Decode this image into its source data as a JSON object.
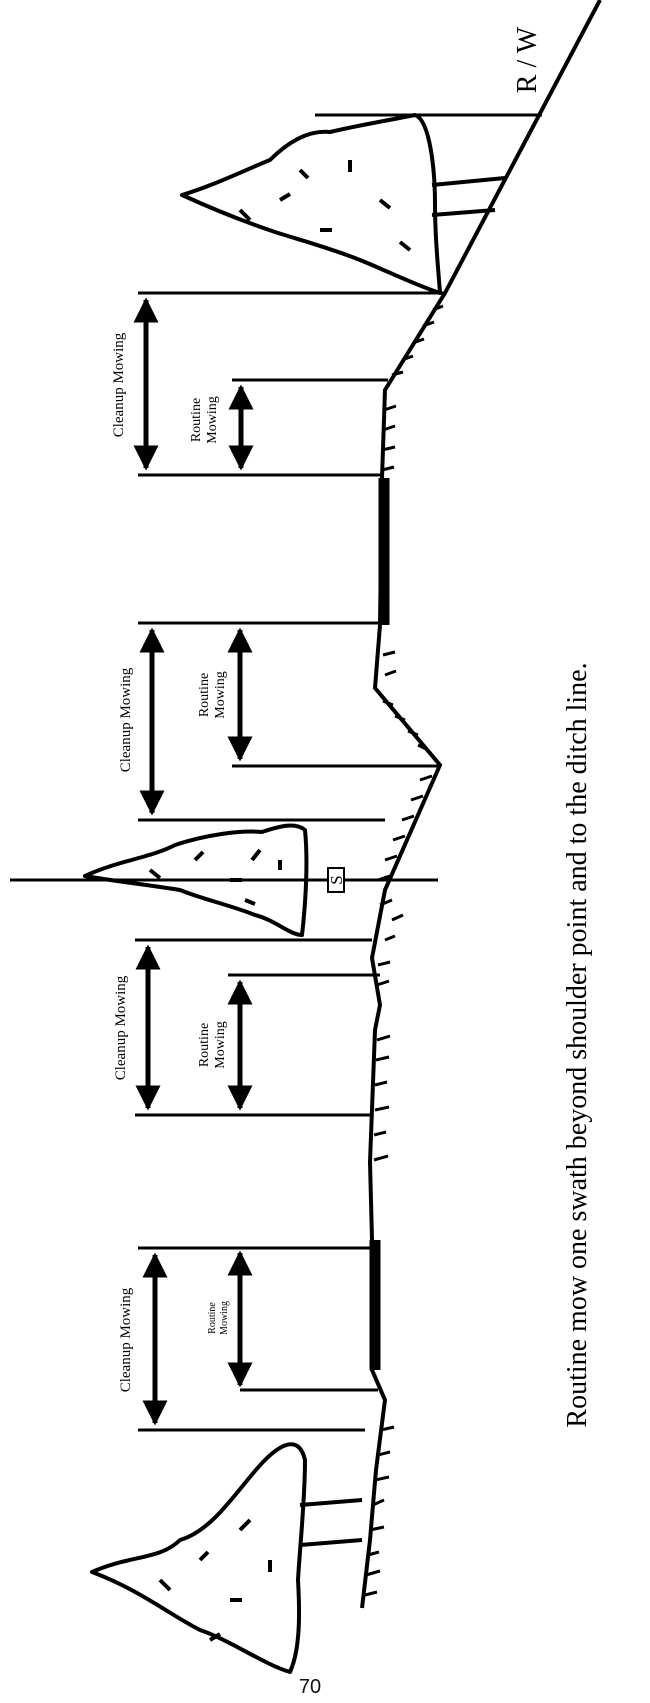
{
  "diagram": {
    "right_of_way_label": "R / W",
    "shoulder_label": "S",
    "caption": "Routine mow one swath beyond shoulder point and to the ditch line.",
    "annotations": [
      {
        "cleanup_label": "Cleanup Mowing",
        "routine_label_line1": "Routine",
        "routine_label_line2": "Mowing"
      },
      {
        "cleanup_label": "Cleanup Mowing",
        "routine_label_line1": "Routine",
        "routine_label_line2": "Mowing"
      },
      {
        "cleanup_label": "Cleanup Mowing",
        "routine_label_line1": "Routine",
        "routine_label_line2": "Mowing"
      },
      {
        "cleanup_label": "Cleanup Mowing",
        "routine_label_line1": "Routine",
        "routine_label_line2": "Mowing"
      }
    ]
  },
  "page_number": "70"
}
